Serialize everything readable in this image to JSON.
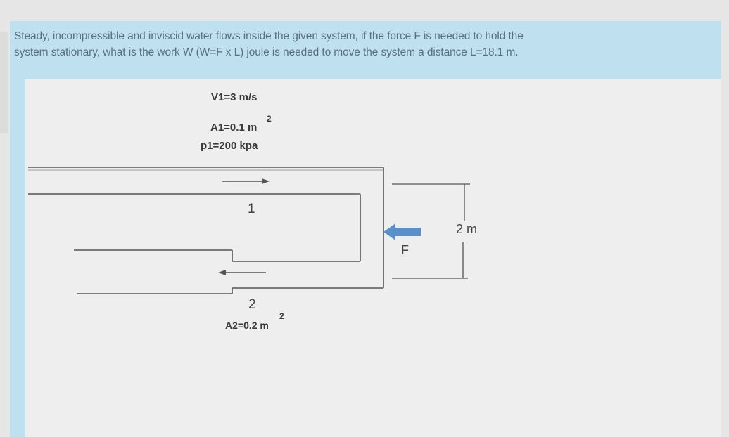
{
  "question": {
    "line1": "Steady, incompressible and inviscid water flows inside the given system, if the force F is needed to hold the",
    "line2": "system stationary, what is the work W (W=F x L) joule is needed to move the system a distance L=18.1 m."
  },
  "inlet": {
    "velocity": "V1=3 m/s",
    "area": "A1=0.1 m",
    "area_exp": "2",
    "pressure": "p1=200 kpa",
    "station": "1"
  },
  "outlet": {
    "station": "2",
    "area": "A2=0.2 m",
    "area_exp": "2"
  },
  "force_label": "F",
  "height_label": "2 m",
  "colors": {
    "frame": "#bfe0ee",
    "force_arrow": "#5b8fc9",
    "text": "#3a3a3a"
  }
}
